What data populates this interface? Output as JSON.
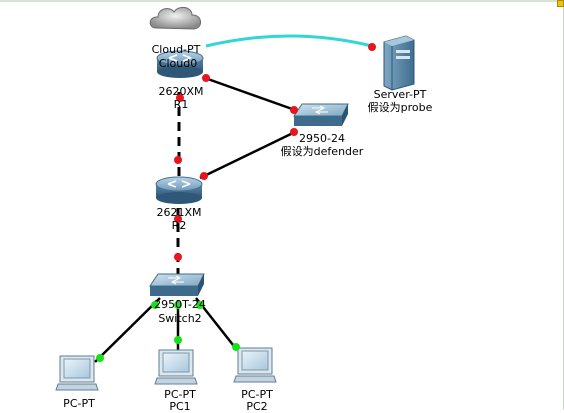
{
  "nodes": {
    "cloud": {
      "type": "Cloud-PT",
      "name": "Cloud0"
    },
    "r1": {
      "type": "2620XM",
      "name": "R1"
    },
    "server": {
      "type": "Server-PT",
      "name": "假设为probe"
    },
    "sw1": {
      "type": "2950-24",
      "name": "假设为defender"
    },
    "r2": {
      "type": "2621XM",
      "name": "R2"
    },
    "sw2": {
      "type": "2950T-24",
      "name": "Switch2"
    },
    "pc0": {
      "type": "PC-PT",
      "name": ""
    },
    "pc1": {
      "type": "PC-PT",
      "name": "PC1"
    },
    "pc2": {
      "type": "PC-PT",
      "name": "PC2"
    }
  },
  "links": [
    {
      "from": "r1",
      "to": "server",
      "medium": "coaxial-cyan"
    },
    {
      "from": "r1",
      "to": "sw1",
      "medium": "copper-straight"
    },
    {
      "from": "r1",
      "to": "r2",
      "medium": "serial-dashed"
    },
    {
      "from": "sw1",
      "to": "r2",
      "medium": "copper-straight"
    },
    {
      "from": "r2",
      "to": "sw2",
      "medium": "serial-dashed"
    },
    {
      "from": "sw2",
      "to": "pc0",
      "medium": "copper-straight"
    },
    {
      "from": "sw2",
      "to": "pc1",
      "medium": "copper-straight"
    },
    {
      "from": "sw2",
      "to": "pc2",
      "medium": "copper-straight"
    }
  ],
  "colors": {
    "link_down": "#e8151d",
    "link_up": "#19e019",
    "cable": "#000000",
    "coax": "#33d6d6"
  }
}
